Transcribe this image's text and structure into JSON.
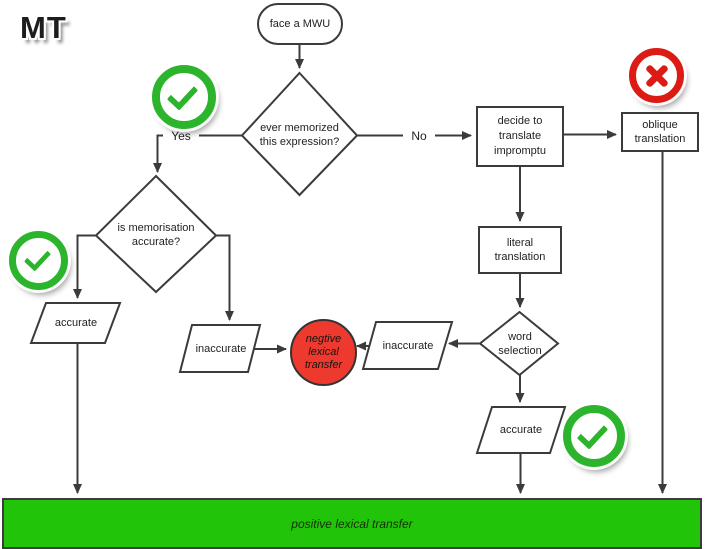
{
  "title": "MT",
  "nodes": {
    "face_mwu": "face a MWU",
    "ever_memorized": "ever memorized\nthis expression?",
    "decide_impromptu": "decide to\ntranslate\nimpromptu",
    "oblique_translation": "oblique\ntranslation",
    "is_memorisation": "is memorisation\naccurate?",
    "accurate_left": "accurate",
    "inaccurate_left": "inaccurate",
    "negative_transfer": "negtive\nlexical\ntransfer",
    "literal_translation": "literal\ntranslation",
    "word_selection": "word\nselection",
    "inaccurate_right": "inaccurate",
    "accurate_bottom": "accurate",
    "positive_transfer": "positive lexical transfer"
  },
  "edge_labels": {
    "yes": "Yes",
    "no": "No"
  },
  "icons": {
    "check": "✓",
    "cross": "✕"
  },
  "colors": {
    "line": "#3b3b3b",
    "badge_green": "#2cb52c",
    "badge_red": "#dd1b15",
    "node_red_fill": "#ee3a2e",
    "bar_green_fill": "#22c40a"
  }
}
